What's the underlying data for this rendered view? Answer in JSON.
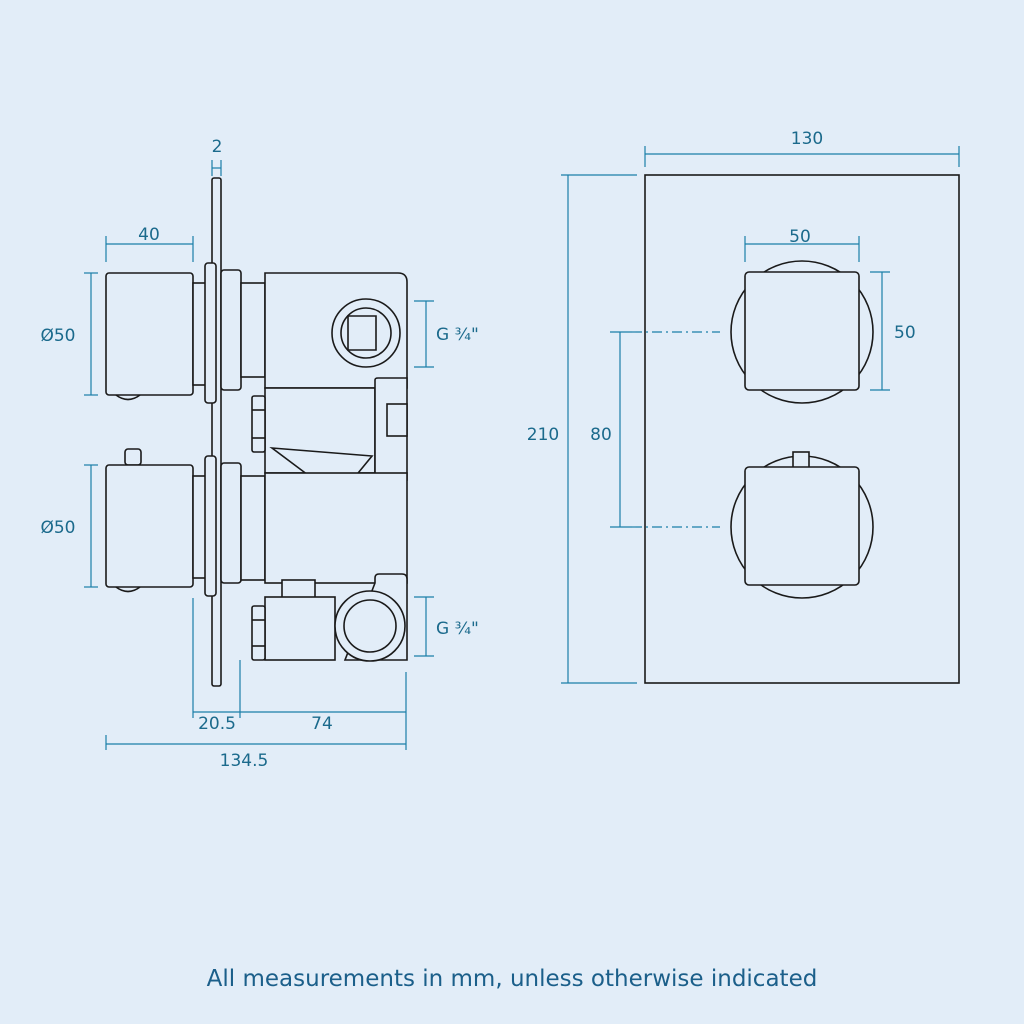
{
  "side_view": {
    "plate_thickness": "2",
    "handle_length": "40",
    "handle_diameter_top": "Ø50",
    "handle_diameter_bottom": "Ø50",
    "outlet_top": "G ¾\"",
    "outlet_bottom": "G ¾\"",
    "plate_offset": "20.5",
    "body_depth": "74",
    "overall_depth": "134.5"
  },
  "front_view": {
    "plate_width": "130",
    "plate_height": "210",
    "handle_width": "50",
    "handle_height": "50",
    "handle_spacing": "80"
  },
  "footer": {
    "note": "All measurements in mm, unless otherwise indicated"
  },
  "colors": {
    "background": "#e2edf8",
    "dimension": "#1b7fa8",
    "outline": "#1a1a1a",
    "note_text": "#1b5f8a"
  }
}
